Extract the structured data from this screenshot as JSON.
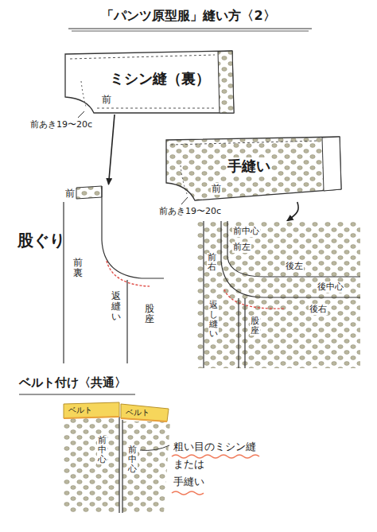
{
  "diagram": {
    "title": "「パンツ原型服」縫い方〈2〉",
    "nodes": [
      {
        "text": [
          "ミシン縫（裏）"
        ]
      },
      {
        "text": [
          "手縫い"
        ]
      },
      {
        "text": [
          "前",
          "前裏",
          "返縫い",
          "股座"
        ]
      },
      {
        "text": [
          "前中心",
          "前左",
          "前右",
          "後左",
          "後中心",
          "後右",
          "返し縫い",
          "股座"
        ]
      },
      {
        "text": [
          "ベルト"
        ]
      },
      {
        "text": [
          "ベルト"
        ]
      }
    ],
    "edges": [
      {
        "from": 0,
        "to": 2,
        "arrow": "to"
      },
      {
        "from": 1,
        "to": 3,
        "arrow": "to"
      }
    ],
    "labels": [
      "前",
      "前あき19〜20c",
      "前",
      "前あき19〜20c",
      "股ぐり",
      "ベルト付け〈共通〉",
      "前中心",
      "前中心",
      "粗い目のミシン縫 または",
      "手縫い"
    ]
  }
}
